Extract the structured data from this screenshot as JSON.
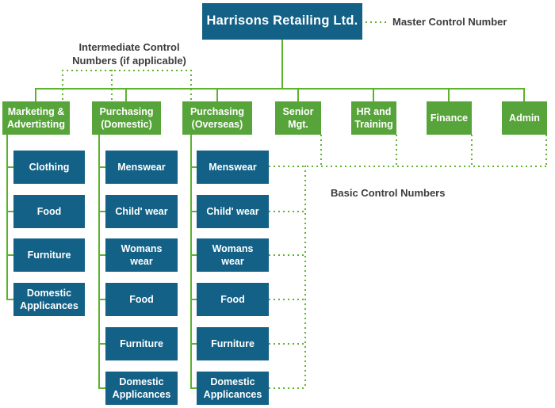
{
  "diagram": {
    "root": {
      "label": "Harrisons Retailing Ltd."
    },
    "annotations": {
      "master_control": "Master Control Number",
      "intermediate_control": "Intermediate Control\nNumbers (if applicable)",
      "basic_control": "Basic Control Numbers"
    },
    "departments": [
      {
        "label": "Marketing &\nAdvertisting",
        "children": [
          "Clothing",
          "Food",
          "Furniture",
          "Domestic\nApplicances"
        ]
      },
      {
        "label": "Purchasing\n(Domestic)",
        "children": [
          "Menswear",
          "Child' wear",
          "Womans\nwear",
          "Food",
          "Furniture",
          "Domestic\nApplicances"
        ]
      },
      {
        "label": "Purchasing\n(Overseas)",
        "children": [
          "Menswear",
          "Child' wear",
          "Womans\nwear",
          "Food",
          "Furniture",
          "Domestic\nApplicances"
        ]
      },
      {
        "label": "Senior\nMgt.",
        "children": []
      },
      {
        "label": "HR and\nTraining",
        "children": []
      },
      {
        "label": "Finance",
        "children": []
      },
      {
        "label": "Admin",
        "children": []
      }
    ],
    "colors": {
      "node_blue": "#136186",
      "node_green": "#57a43a",
      "connector_green": "#5cb32e",
      "label_text": "#3c3c3c",
      "node_text": "#ffffff",
      "background": "#ffffff"
    }
  }
}
